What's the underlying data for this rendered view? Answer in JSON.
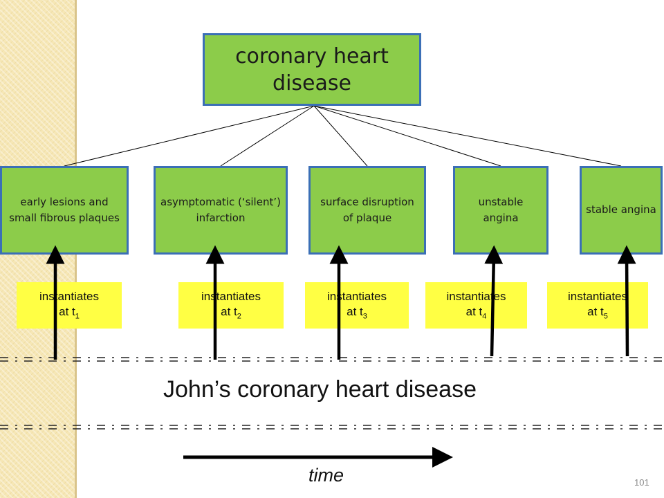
{
  "root": {
    "label": "coronary heart disease"
  },
  "children": [
    {
      "label": "early lesions and small fibrous plaques"
    },
    {
      "label": "asymptomatic (‘silent’) infarction"
    },
    {
      "label": "surface disruption of plaque"
    },
    {
      "label": "unstable angina"
    },
    {
      "label": "stable angina"
    }
  ],
  "instantiates": [
    {
      "text": "instantiates",
      "at": "at t",
      "sub": "1"
    },
    {
      "text": "instantiates",
      "at": "at t",
      "sub": "2"
    },
    {
      "text": "instantiates",
      "at": "at t",
      "sub": "3"
    },
    {
      "text": "instantiates",
      "at": "at t",
      "sub": "4"
    },
    {
      "text": "instantiates",
      "at": "at t",
      "sub": "5"
    }
  ],
  "instance_label": "John’s coronary heart disease",
  "time_label": "time",
  "page_number": "101",
  "colors": {
    "box_fill": "#8ccc4a",
    "box_border": "#3b6fb6",
    "highlight": "#ffff44",
    "sidebar": "#f6e7b6"
  }
}
